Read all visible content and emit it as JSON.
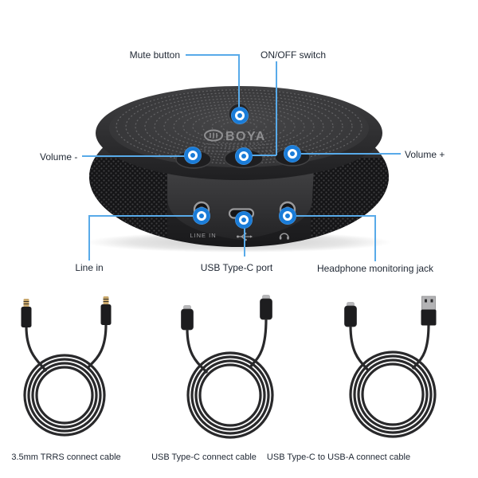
{
  "callouts": {
    "mute": "Mute button",
    "on_off": "ON/OFF switch",
    "volume_minus": "Volume -",
    "volume_plus": "Volume +",
    "line_in": "Line in",
    "usb_c_port": "USB Type-C port",
    "headphone_jack": "Headphone monitoring jack"
  },
  "device": {
    "brand": "BOYA",
    "panel_print_line_in": "LINE IN",
    "icons": {
      "front_panel": [
        "usb-trident-icon",
        "headphone-icon"
      ],
      "logo": "boya-logo-icon"
    }
  },
  "cables": [
    {
      "label": "3.5mm TRRS connect cable"
    },
    {
      "label": "USB Type-C connect cable"
    },
    {
      "label": "USB Type-C to USB-A connect cable"
    }
  ],
  "colors": {
    "callout_line": "#58aae9",
    "marker_blue": "#1a7cd8",
    "label_text": "#1f2733",
    "device_body": "#2a2a2c",
    "cable_black": "#29292b",
    "connector_silver": "#b3b3b5",
    "plug_gold": "#c8a76b"
  }
}
